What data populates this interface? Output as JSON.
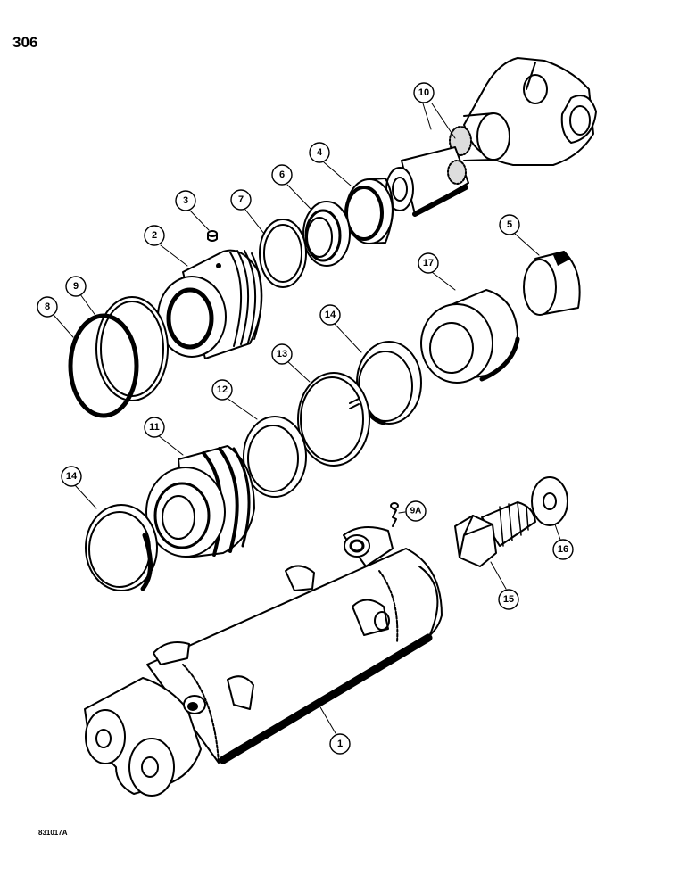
{
  "page": {
    "number": "306",
    "figure_code": "831017A"
  },
  "callouts": {
    "c1": "1",
    "c2": "2",
    "c3": "3",
    "c4": "4",
    "c5": "5",
    "c6": "6",
    "c7": "7",
    "c8": "8",
    "c9": "9",
    "c9a": "9A",
    "c10": "10",
    "c11": "11",
    "c12": "12",
    "c13": "13",
    "c14a": "14",
    "c14b": "14",
    "c15": "15",
    "c16": "16",
    "c17": "17"
  }
}
